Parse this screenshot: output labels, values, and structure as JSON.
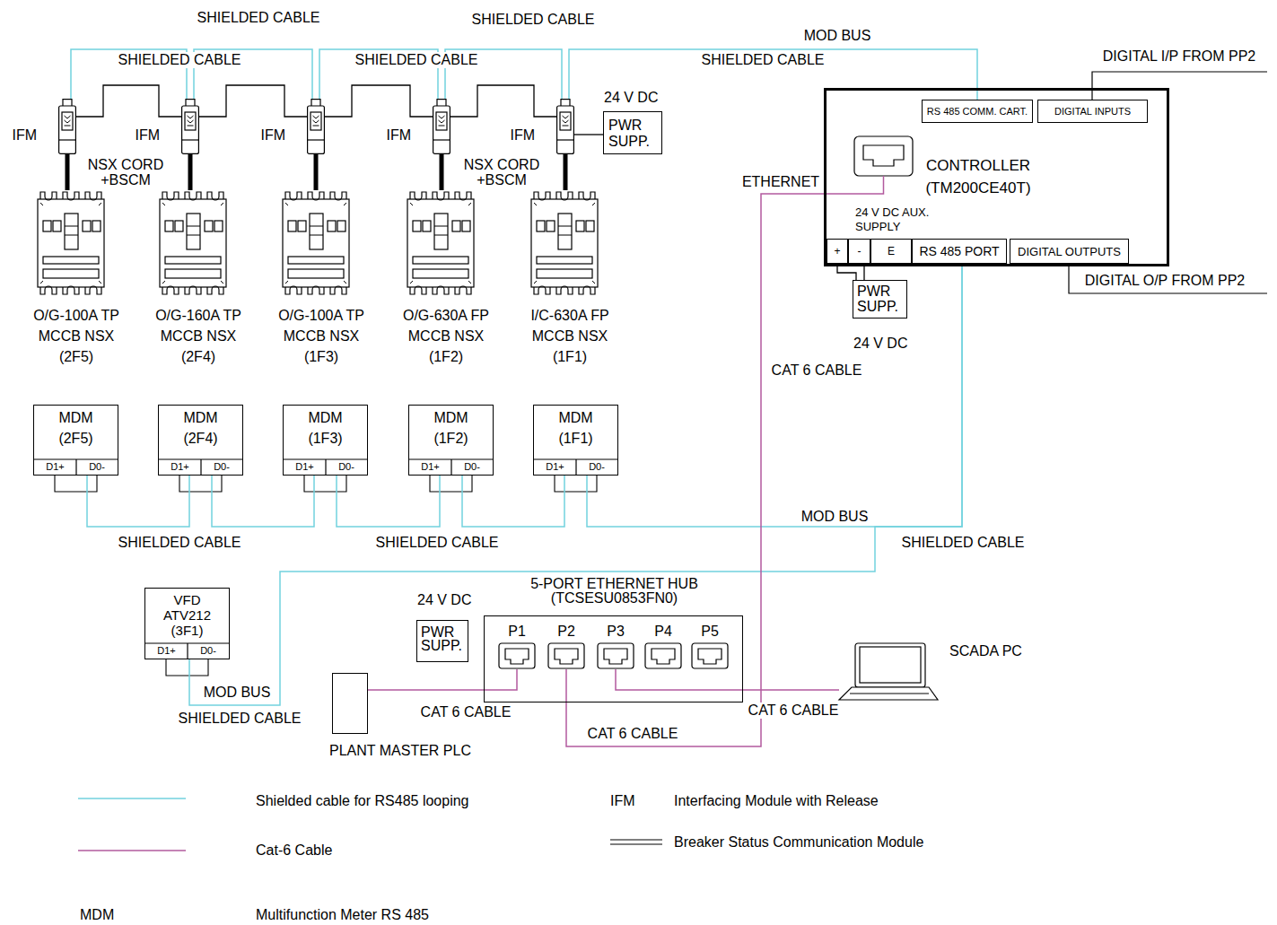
{
  "diagram": {
    "nodes": [
      {
        "text": [
          "IFM"
        ]
      },
      {
        "text": [
          "IFM"
        ]
      },
      {
        "text": [
          "IFM"
        ]
      },
      {
        "text": [
          "IFM"
        ]
      },
      {
        "text": [
          "IFM"
        ]
      },
      {
        "text": [
          "24 V DC",
          "PWR SUPP."
        ]
      },
      {
        "text": [
          "CONTROLLER (TM200CE40T)",
          "24 V DC AUX. SUPPLY"
        ]
      },
      {
        "text": [
          "RS 485 COMM. CART."
        ],
        "in": 6
      },
      {
        "text": [
          "DIGITAL INPUTS"
        ],
        "in": 6
      },
      {
        "text": [
          "+"
        ],
        "in": 6
      },
      {
        "text": [
          "-"
        ],
        "in": 6
      },
      {
        "text": [
          "E"
        ],
        "in": 6
      },
      {
        "text": [
          "RS 485 PORT"
        ],
        "in": 6
      },
      {
        "text": [
          "DIGITAL OUTPUTS"
        ],
        "in": 6
      },
      {
        "text": [
          "O/G-100A TP MCCB NSX (2F5)"
        ]
      },
      {
        "text": [
          "O/G-160A TP MCCB NSX (2F4)"
        ]
      },
      {
        "text": [
          "O/G-100A TP MCCB NSX (1F3)"
        ]
      },
      {
        "text": [
          "O/G-630A FP MCCB NSX (1F2)"
        ]
      },
      {
        "text": [
          "I/C-630A FP MCCB NSX (1F1)"
        ]
      },
      {
        "text": [
          "PWR SUPP.",
          "24 V DC"
        ]
      },
      {
        "text": [
          "MDM (2F5)",
          "D1+",
          "D0-"
        ]
      },
      {
        "text": [
          "MDM (2F4)",
          "D1+",
          "D0-"
        ]
      },
      {
        "text": [
          "MDM (1F3)",
          "D1+",
          "D0-"
        ]
      },
      {
        "text": [
          "MDM (1F2)",
          "D1+",
          "D0-"
        ]
      },
      {
        "text": [
          "MDM (1F1)",
          "D1+",
          "D0-"
        ]
      },
      {
        "text": [
          "VFD ATV212 (3F1)",
          "D1+",
          "D0-"
        ]
      },
      {
        "text": [
          "24 V DC",
          "PWR SUPP."
        ]
      },
      {
        "text": [
          "5-PORT ETHERNET HUB (TCSESU0853FN0)"
        ]
      },
      {
        "text": [
          "P1"
        ],
        "in": 27
      },
      {
        "text": [
          "P2"
        ],
        "in": 27
      },
      {
        "text": [
          "P3"
        ],
        "in": 27
      },
      {
        "text": [
          "P4"
        ],
        "in": 27
      },
      {
        "text": [
          "P5"
        ],
        "in": 27
      },
      {
        "text": [
          "SCADA PC"
        ]
      },
      {
        "text": [
          "PLANT MASTER PLC"
        ]
      }
    ],
    "edges": [
      {
        "from": 0,
        "to": 1,
        "label": "SHIELDED CABLE",
        "arrow": "none"
      },
      {
        "from": 1,
        "to": 2,
        "label": "SHIELDED CABLE",
        "arrow": "none"
      },
      {
        "from": 2,
        "to": 3,
        "label": "SHIELDED CABLE",
        "arrow": "none"
      },
      {
        "from": 3,
        "to": 4,
        "label": "SHIELDED CABLE",
        "arrow": "none"
      },
      {
        "from": 4,
        "to": 7,
        "label": "SHIELDED CABLE",
        "arrow": "none"
      },
      {
        "from": 0,
        "to": 1,
        "arrow": "none"
      },
      {
        "from": 1,
        "to": 2,
        "arrow": "none"
      },
      {
        "from": 2,
        "to": 3,
        "arrow": "none"
      },
      {
        "from": 3,
        "to": 4,
        "arrow": "none"
      },
      {
        "from": 4,
        "to": 5,
        "arrow": "none"
      },
      {
        "from": 0,
        "to": 14,
        "label": "NSX CORD +BSCM",
        "arrow": "none"
      },
      {
        "from": 1,
        "to": 15,
        "arrow": "none"
      },
      {
        "from": 2,
        "to": 16,
        "arrow": "none"
      },
      {
        "from": 3,
        "to": 17,
        "label": "NSX CORD +BSCM",
        "arrow": "none"
      },
      {
        "from": 4,
        "to": 18,
        "arrow": "none"
      },
      {
        "from": 19,
        "to": 9,
        "arrow": "none"
      },
      {
        "from": 19,
        "to": 10,
        "arrow": "none"
      },
      {
        "from": 20,
        "to": 21,
        "label": "SHIELDED CABLE",
        "arrow": "none"
      },
      {
        "from": 21,
        "to": 22,
        "arrow": "none"
      },
      {
        "from": 22,
        "to": 23,
        "label": "SHIELDED CABLE",
        "arrow": "none"
      },
      {
        "from": 23,
        "to": 24,
        "arrow": "none"
      },
      {
        "from": 24,
        "to": 12,
        "label": "SHIELDED CABLE",
        "arrow": "none"
      },
      {
        "from": 25,
        "to": 12,
        "label": "SHIELDED CABLE",
        "arrow": "none"
      },
      {
        "from": 6,
        "to": 29,
        "label": "CAT 6 CABLE",
        "arrow": "none"
      },
      {
        "from": 34,
        "to": 28,
        "label": "CAT 6 CABLE",
        "arrow": "none"
      },
      {
        "from": 30,
        "to": 33,
        "label": "CAT 6 CABLE",
        "arrow": "none"
      }
    ],
    "labels": [
      "DIGITAL I/P FROM PP2",
      "MOD BUS",
      "ETHERNET",
      "DIGITAL O/P FROM PP2",
      "MOD BUS",
      "MOD BUS",
      "CAT 6 CABLE",
      "IFM",
      "MDM"
    ],
    "legend": [
      {
        "text": "Shielded cable for RS485 looping"
      },
      {
        "text": "Interfacing Module with Release"
      },
      {
        "text": "Cat-6 Cable"
      },
      {
        "text": "Breaker Status Communication Module"
      },
      {
        "text": "Multifunction Meter RS 485"
      }
    ]
  }
}
